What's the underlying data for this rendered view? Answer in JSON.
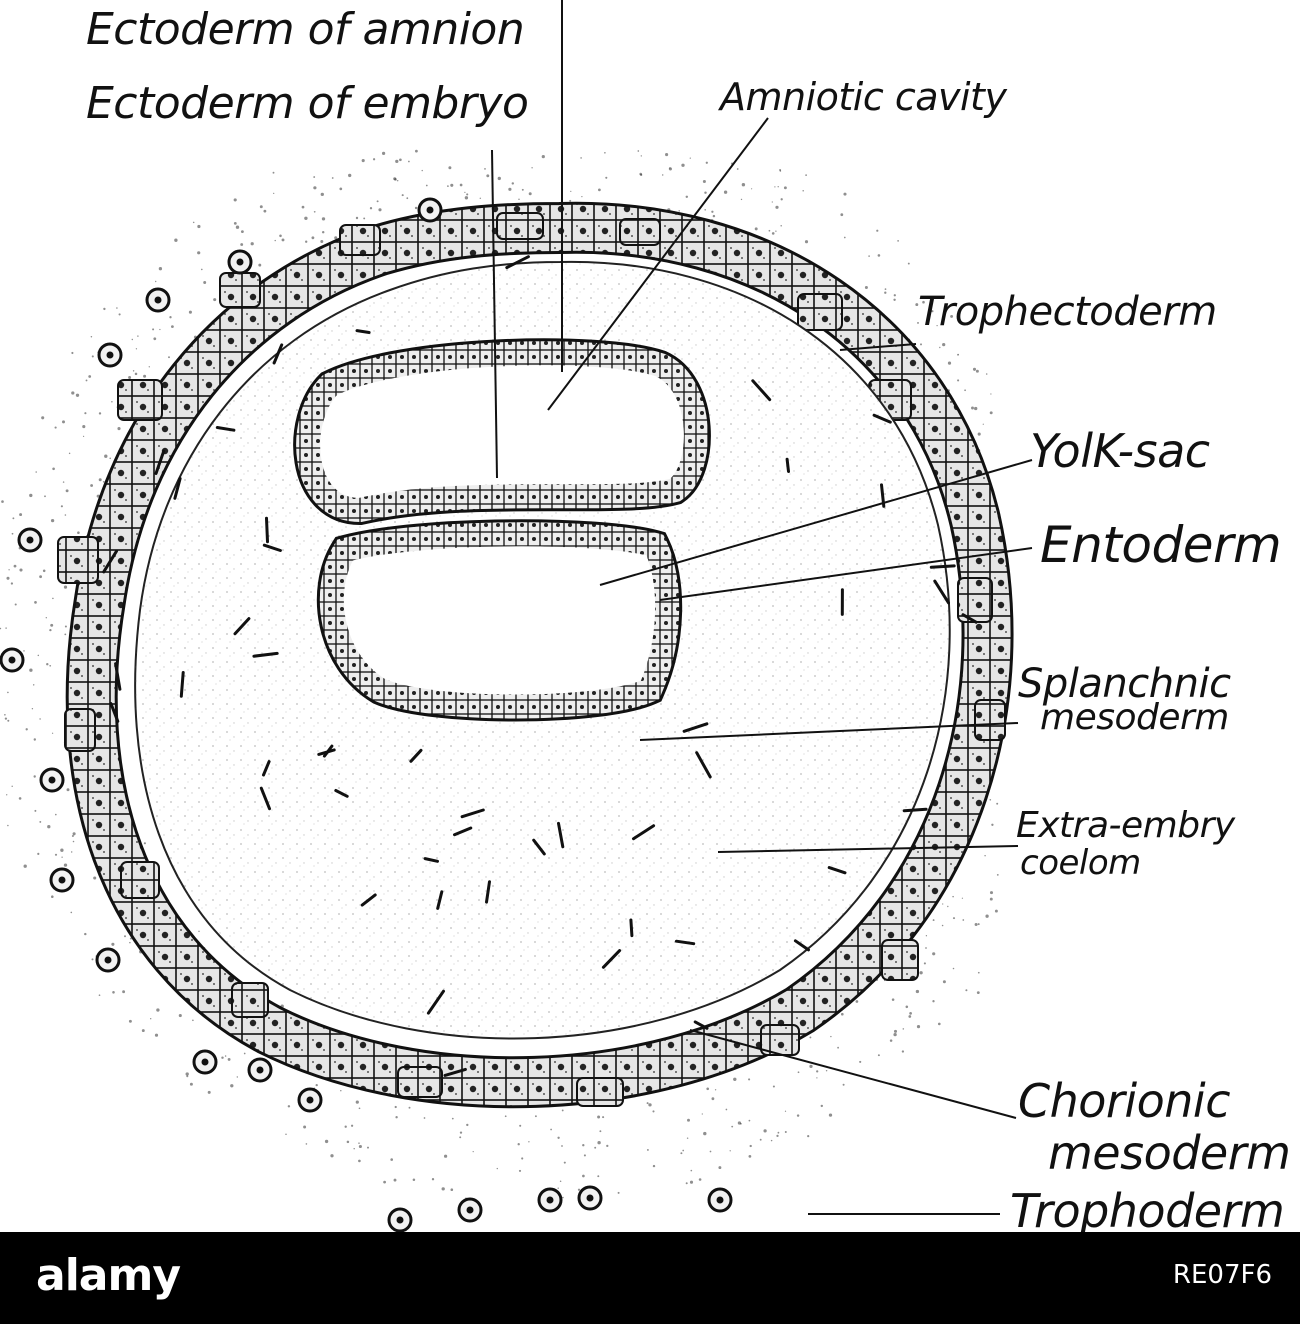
{
  "labels": {
    "ectoderm_amnion": "Ectoderm of amnion",
    "ectoderm_embryo": "Ectoderm of embryo",
    "amniotic_cavity": "Amniotic cavity",
    "trophectoderm": "Trophectoderm",
    "yolk_sac": "YolK-sac",
    "entoderm": "Entoderm",
    "splanchnic_1": "Splanchnic",
    "splanchnic_2": "mesoderm",
    "extra_1": "Extra-embry",
    "extra_2": "coelom",
    "chorionic_1": "Chorionic",
    "chorionic_2": "mesoderm",
    "trophoderm": "Trophoderm"
  },
  "footer": {
    "logo": "alamy",
    "image_id": "RE07F6"
  },
  "colors": {
    "ink": "#111111",
    "cell_fill": "#e9e9e9",
    "footer_bg": "#000000",
    "footer_text": "#ffffff"
  }
}
